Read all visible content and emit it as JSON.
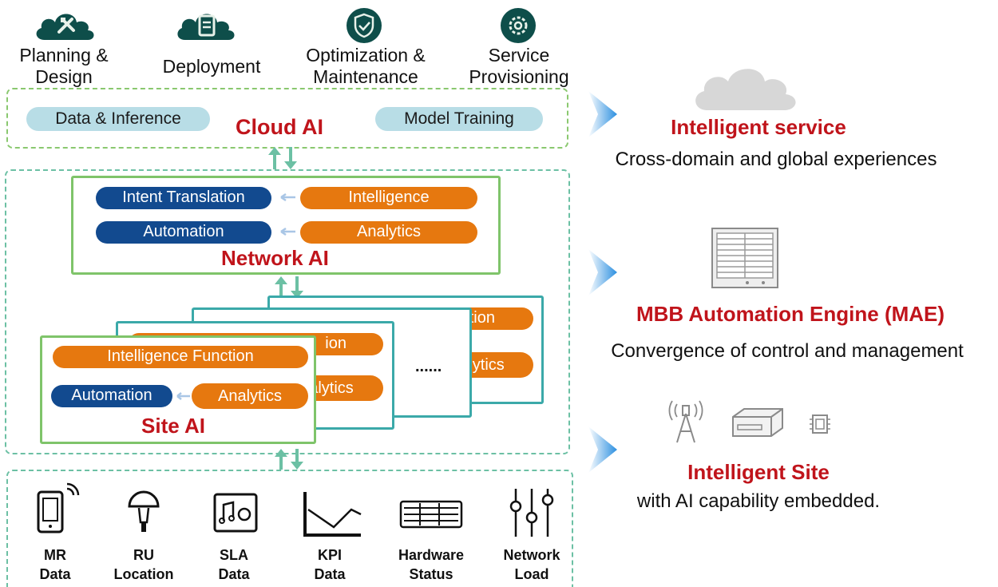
{
  "top_functions": [
    {
      "icon": "pencil-ruler-cloud-icon",
      "label_lines": [
        "Planning &",
        "Design"
      ]
    },
    {
      "icon": "document-cloud-icon",
      "label_lines": [
        "Deployment"
      ]
    },
    {
      "icon": "shield-check-icon",
      "label_lines": [
        "Optimization &",
        "Maintenance"
      ]
    },
    {
      "icon": "gear-icon",
      "label_lines": [
        "Service",
        "Provisioning"
      ]
    }
  ],
  "cloud_ai": {
    "title": "Cloud AI",
    "left_pill": "Data & Inference",
    "right_pill": "Model Training"
  },
  "network_ai": {
    "title": "Network AI",
    "intent": "Intent Translation",
    "automation": "Automation",
    "intelligence": "Intelligence",
    "analytics": "Analytics"
  },
  "site_ai": {
    "title": "Site AI",
    "intelligence_function": "Intelligence Function",
    "automation": "Automation",
    "analytics": "Analytics",
    "back1_top": "tion",
    "back1_bottom": "alytics",
    "back2_top": "ion",
    "back2_bottom": "alytics",
    "ellipsis": "......"
  },
  "data_sources": [
    {
      "icon": "mobile-signal-icon",
      "label_lines": [
        "MR",
        "Data"
      ]
    },
    {
      "icon": "ru-location-icon",
      "label_lines": [
        "RU",
        "Location"
      ]
    },
    {
      "icon": "sla-icon",
      "label_lines": [
        "SLA",
        "Data"
      ]
    },
    {
      "icon": "kpi-chart-icon",
      "label_lines": [
        "KPI",
        "Data"
      ]
    },
    {
      "icon": "hardware-icon",
      "label_lines": [
        "Hardware",
        "Status"
      ]
    },
    {
      "icon": "sliders-icon",
      "label_lines": [
        "Network",
        "Load"
      ]
    }
  ],
  "right_panel": {
    "service_title": "Intelligent service",
    "service_sub": "Cross-domain and global experiences",
    "mae_title": "MBB Automation Engine (MAE)",
    "mae_sub": "Convergence of control and management",
    "site_title": "Intelligent Site",
    "site_sub": "with AI capability embedded."
  },
  "colors": {
    "brand_red": "#c0141b",
    "blue_pill": "#124a8f",
    "orange_pill": "#e6780f",
    "light_pill": "#b8dde6",
    "dashed_green": "#8ac86f",
    "icon_dark": "#0e4e4a"
  }
}
